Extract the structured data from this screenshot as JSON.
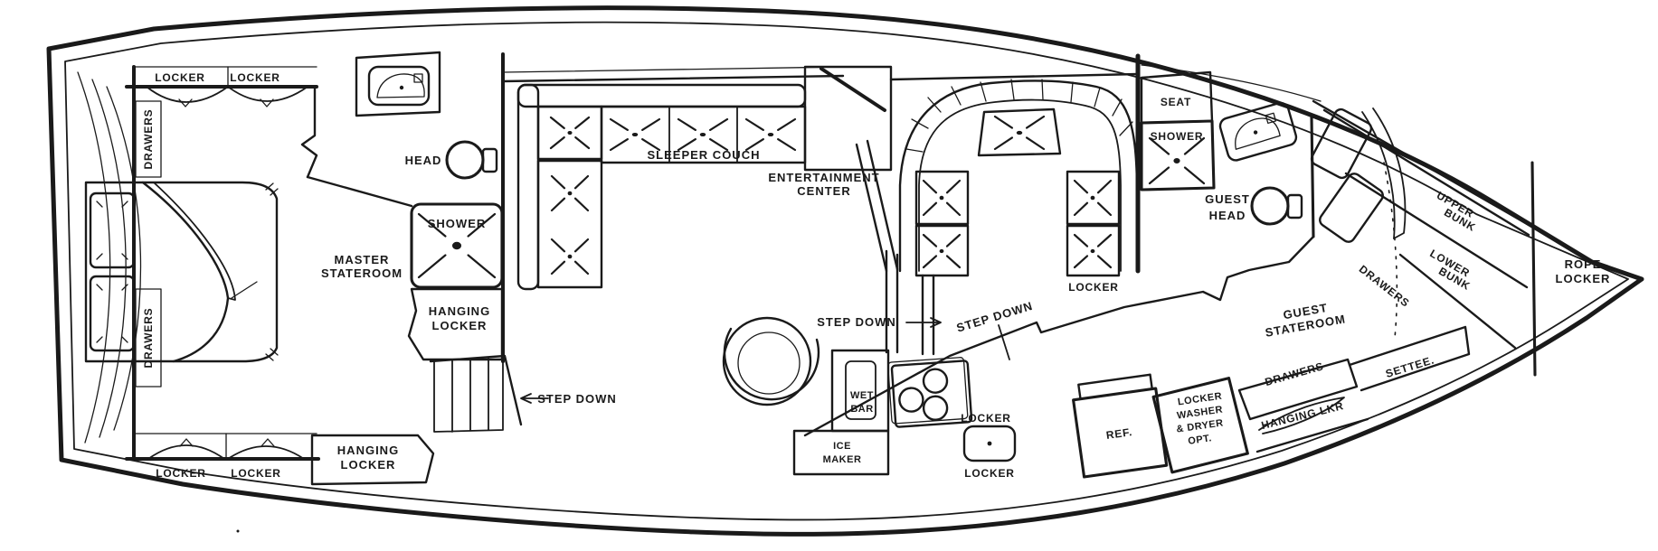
{
  "document": {
    "kind": "boat interior floor plan line drawing",
    "orientation": "bow right, stern left"
  },
  "colors": {
    "ink": "#1a1a1a",
    "paper": "#ffffff"
  },
  "labels": {
    "locker_top_1": "LOCKER",
    "locker_top_2": "LOCKER",
    "drawers_fwd": "DRAWERS",
    "drawers_aft": "DRAWERS",
    "head": "HEAD",
    "master_shower": "SHOWER",
    "master_stateroom": [
      "MASTER",
      "STATEROOM"
    ],
    "hanging_locker_fwd": [
      "HANGING",
      "LOCKER"
    ],
    "step_down_fwd": "STEP DOWN",
    "hanging_locker_aft": [
      "HANGING",
      "LOCKER"
    ],
    "locker_aft_1": "LOCKER",
    "locker_aft_2": "LOCKER",
    "sleeper_couch": "SLEEPER COUCH",
    "entertainment_center": [
      "ENTERTAINMENT",
      "CENTER"
    ],
    "step_down_salon": "STEP DOWN",
    "step_down_galley": "STEP DOWN",
    "wet_bar": [
      "WET",
      "BAR"
    ],
    "ice_maker": [
      "ICE",
      "MAKER"
    ],
    "galley_locker_upper": "LOCKER",
    "galley_locker_lower": "LOCKER",
    "dinette_locker": "LOCKER",
    "seat": "SEAT",
    "guest_shower": "SHOWER",
    "guest_head": [
      "GUEST",
      "HEAD"
    ],
    "upper_bunk": [
      "UPPER",
      "BUNK"
    ],
    "lower_bunk": [
      "LOWER",
      "BUNK"
    ],
    "guest_stateroom": [
      "GUEST",
      "STATEROOM"
    ],
    "bunk_drawers": "DRAWERS",
    "guest_drawers": "DRAWERS",
    "settee": "SETTEE.",
    "ref": "REF.",
    "washer_dryer": [
      "LOCKER",
      "WASHER",
      "& DRYER",
      "OPT."
    ],
    "hanging_lkr": "HANGING LKR",
    "rope_locker": [
      "ROPE",
      "LOCKER"
    ]
  }
}
